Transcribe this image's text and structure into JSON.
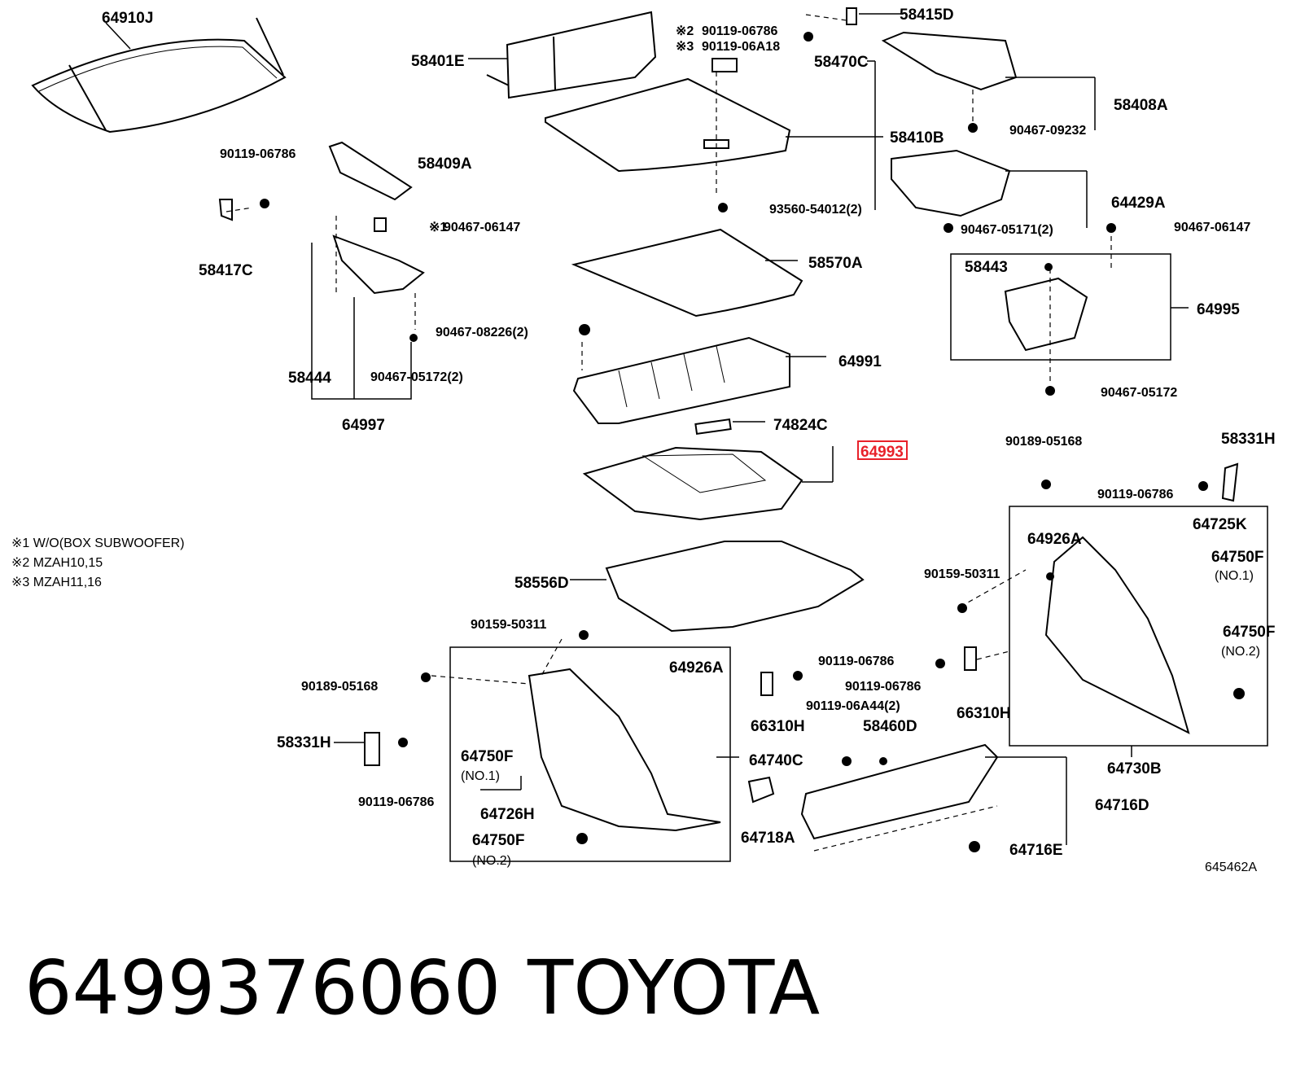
{
  "labels": [
    "64910J",
    "58401E",
    "58415D",
    "58470C",
    "58410B",
    "58409A",
    "58417C",
    "58408A",
    "64429A",
    "58570A",
    "58443",
    "64995",
    "64991",
    "58444",
    "64997",
    "74824C",
    "64993",
    "58556D",
    "64926A",
    "64740C",
    "64718A",
    "64726H",
    "64716D",
    "64716E",
    "66310H",
    "66310H",
    "58460D",
    "64730B",
    "64725K",
    "64926A",
    "64750F",
    "64750F",
    "58331H",
    "58331H",
    "64750F",
    "64750F",
    "90119-06786",
    "90119-06786",
    "90119-06A18",
    "90467-09232",
    "93560-54012(2)",
    "90467-05171(2)",
    "90467-06147",
    "90467-06147",
    "90467-08226(2)",
    "90467-05172(2)",
    "90467-05172",
    "90189-05168",
    "90119-06786",
    "90159-50311",
    "90119-06786",
    "90159-50311",
    "90189-05168",
    "90119-06786",
    "90119-06786",
    "90119-06A44(2)",
    "90119-06786"
  ],
  "refmarks": {
    "mark1": "※1",
    "mark2": "※2",
    "mark3": "※3"
  },
  "sublabels": {
    "no1": "(NO.1)",
    "no2": "(NO.2)",
    "no1b": "(NO.1)",
    "no2b": "(NO.2)"
  },
  "notes": [
    "※1 W/O(BOX SUBWOOFER)",
    "※2 MZAH10,15",
    "※3 MZAH11,16"
  ],
  "diagram_code": "645462A",
  "part_number": "6499376060",
  "brand": "TOYOTA",
  "highlight_color": "#e8212a"
}
